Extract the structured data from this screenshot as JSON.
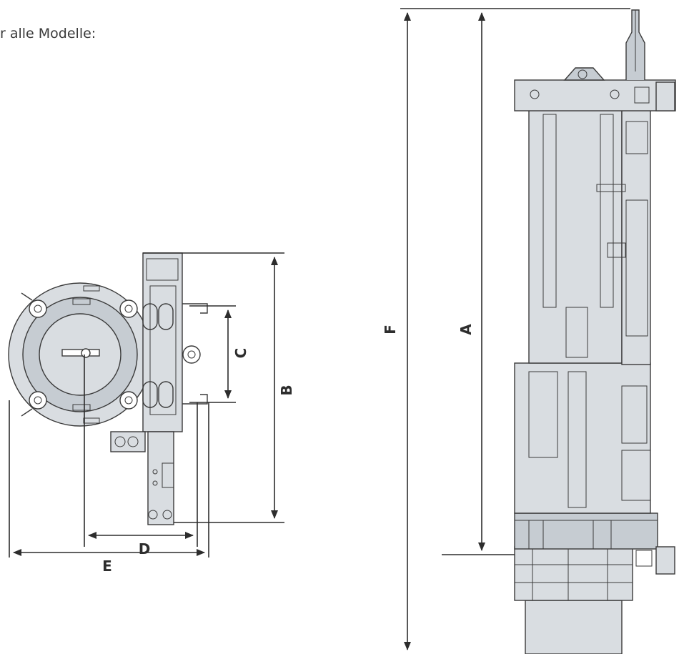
{
  "heading": "r alle Modelle:",
  "dimensions": {
    "a": "A",
    "b": "B",
    "c": "C",
    "d": "D",
    "e": "E",
    "f": "F"
  },
  "colors": {
    "line": "#2d2d2d",
    "body_light": "#d9dde1",
    "body_mid": "#c6ccd2",
    "body_dark": "#9aa3ab",
    "background": "#ffffff"
  }
}
